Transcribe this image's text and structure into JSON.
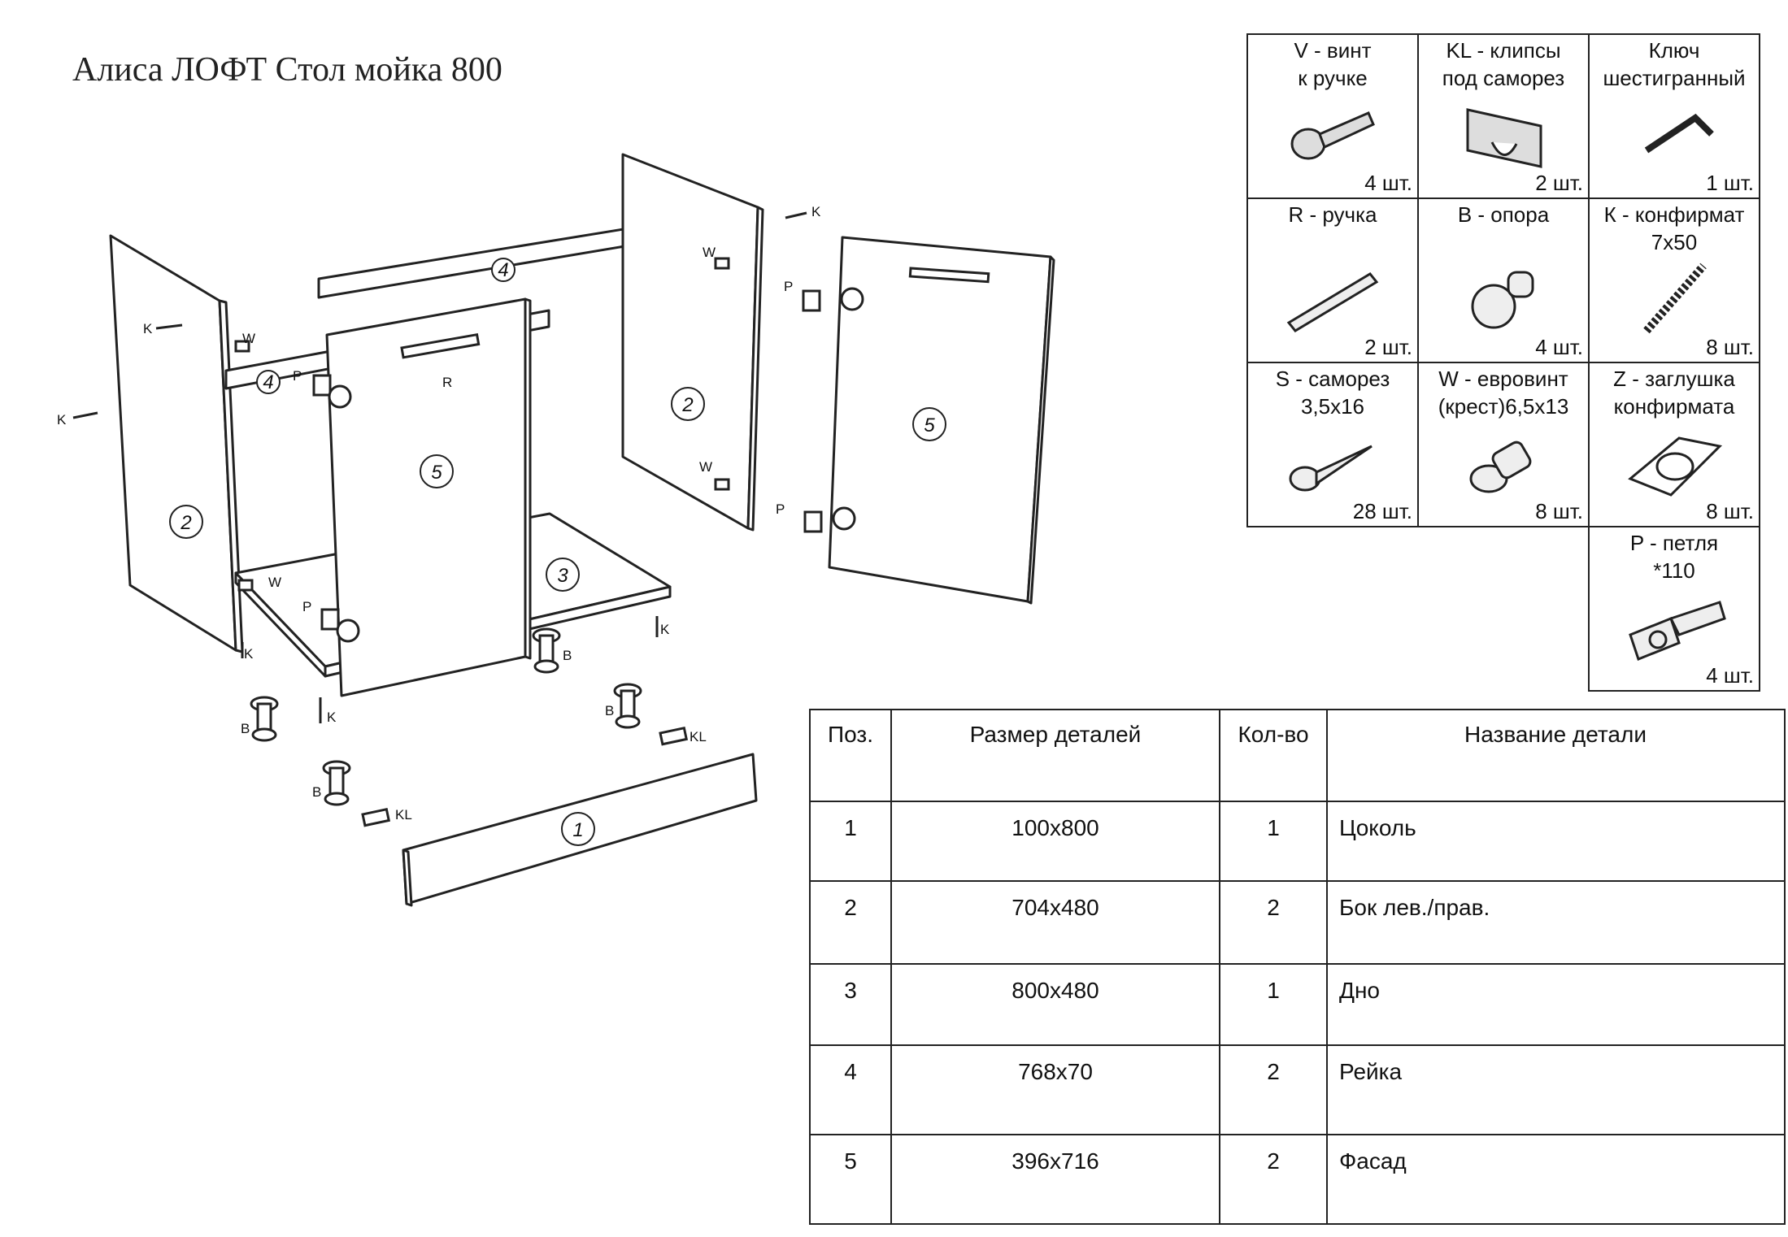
{
  "title": "Алиса ЛОФТ Стол мойка 800",
  "diagram_labels": {
    "K": "K",
    "W": "W",
    "P": "P",
    "R": "R",
    "B": "B",
    "KL": "KL",
    "part1": "1",
    "part2": "2",
    "part3": "3",
    "part4": "4",
    "part5": "5"
  },
  "hardware": [
    {
      "name_line1": "V - винт",
      "name_line2": "к ручке",
      "qty": "4 шт.",
      "icon": "screw-icon"
    },
    {
      "name_line1": "KL - клипсы",
      "name_line2": "под саморез",
      "qty": "2 шт.",
      "icon": "clip-icon"
    },
    {
      "name_line1": "Ключ",
      "name_line2": "шестигранный",
      "qty": "1 шт.",
      "icon": "hex-key-icon"
    },
    {
      "name_line1": "R - ручка",
      "name_line2": "",
      "qty": "2 шт.",
      "icon": "handle-icon"
    },
    {
      "name_line1": "B - опора",
      "name_line2": "",
      "qty": "4 шт.",
      "icon": "leg-support-icon"
    },
    {
      "name_line1": "К - конфирмат",
      "name_line2": "7х50",
      "qty": "8 шт.",
      "icon": "confirmat-icon"
    },
    {
      "name_line1": "S - саморез",
      "name_line2": "3,5х16",
      "qty": "28 шт.",
      "icon": "self-tapping-screw-icon"
    },
    {
      "name_line1": "W - евровинт",
      "name_line2": "(крест)6,5х13",
      "qty": "8 шт.",
      "icon": "euro-screw-icon"
    },
    {
      "name_line1": "Z - заглушка",
      "name_line2": "конфирмата",
      "qty": "8 шт.",
      "icon": "cap-icon"
    },
    {
      "name_line1": "P - петля",
      "name_line2": "*110",
      "qty": "4 шт.",
      "icon": "hinge-icon"
    }
  ],
  "parts_table": {
    "headers": [
      "Поз.",
      "Размер деталей",
      "Кол-во",
      "Название детали"
    ],
    "rows": [
      [
        "1",
        "100х800",
        "1",
        "Цоколь"
      ],
      [
        "2",
        "704х480",
        "2",
        "Бок лев./прав."
      ],
      [
        "3",
        "800х480",
        "1",
        "Дно"
      ],
      [
        "4",
        "768х70",
        "2",
        "Рейка"
      ],
      [
        "5",
        "396х716",
        "2",
        "Фасад"
      ]
    ]
  }
}
